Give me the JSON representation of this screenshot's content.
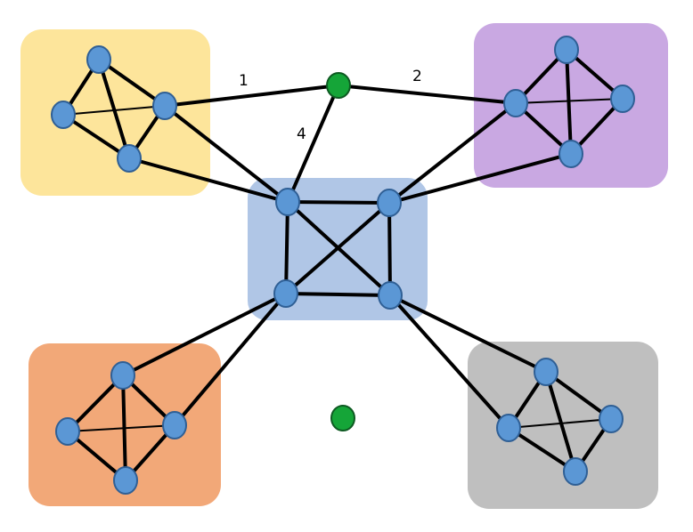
{
  "colors": {
    "cluster_yellow": "#fde59b",
    "cluster_purple": "#c9a8e2",
    "cluster_blue": "#b0c6e6",
    "cluster_orange": "#f2a878",
    "cluster_gray": "#bfbfbf",
    "node_blue": "#5b97d5",
    "node_green": "#15a538",
    "edge": "#000000"
  },
  "edge_labels": {
    "label_1": "1",
    "label_2": "2",
    "label_4": "4"
  }
}
